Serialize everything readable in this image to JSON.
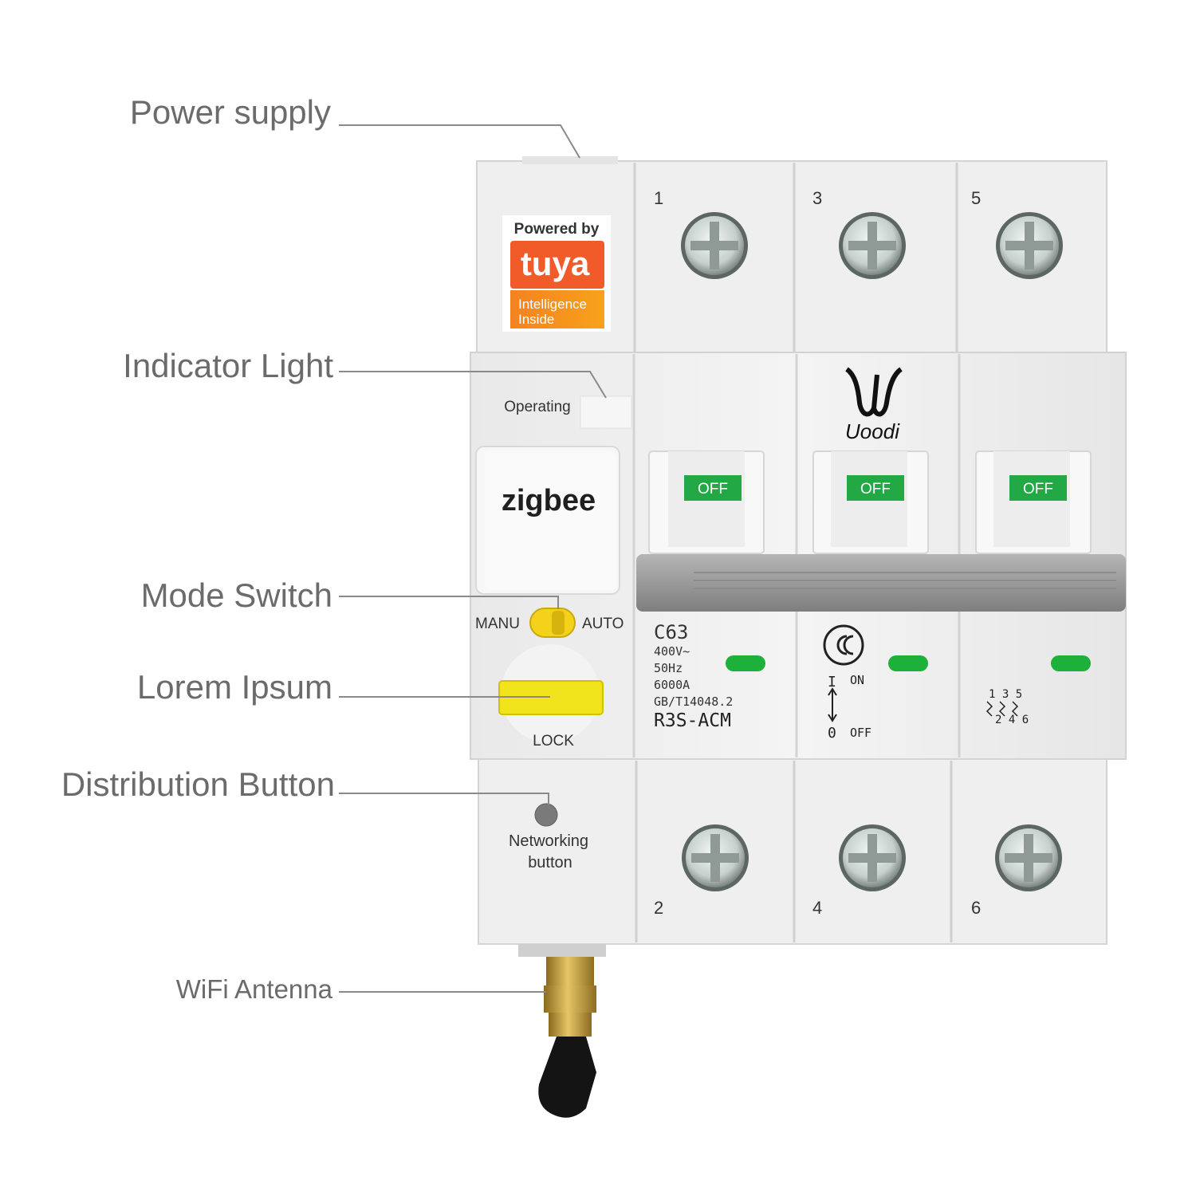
{
  "callouts": {
    "power_supply": "Power supply",
    "indicator_light": "Indicator Light",
    "mode_switch": "Mode Switch",
    "lorem_ipsum": "Lorem Ipsum",
    "distribution_button": "Distribution Button",
    "wifi_antenna": "WiFi Antenna"
  },
  "badge": {
    "powered_by": "Powered by",
    "brand": "tuya",
    "tagline_1": "Intelligence",
    "tagline_2": "Inside"
  },
  "device": {
    "operating_label": "Operating",
    "zigbee_label": "zigbee",
    "mode_left": "MANU",
    "mode_right": "AUTO",
    "lock_label": "LOCK",
    "networking_1": "Networking",
    "networking_2": "button",
    "brand_script": "Uoodi",
    "top_terminals": [
      "1",
      "3",
      "5"
    ],
    "bottom_terminals": [
      "2",
      "4",
      "6"
    ],
    "switch_state": "OFF",
    "specs": {
      "model_code": "C63",
      "voltage": "400V~",
      "frequency": "50Hz",
      "breaking_capacity": "6000A",
      "standard": "GB/T14048.2",
      "model": "R3S-ACM"
    },
    "on_label": "ON",
    "off_label": "OFF",
    "on_symbol": "I",
    "off_symbol": "0",
    "diagram_top": "1 3 5",
    "diagram_bottom": "2 4 6"
  },
  "colors": {
    "tuya_orange": "#f15a29",
    "tuya_gradient_end": "#f7a21b",
    "indicator_green": "#1db03a",
    "off_flag_green": "#22a845",
    "lock_yellow": "#f2e41c",
    "mode_knob_yellow": "#f4d21a",
    "antenna_gold": "#c9a23a",
    "label_grey": "#6b6b6b"
  }
}
